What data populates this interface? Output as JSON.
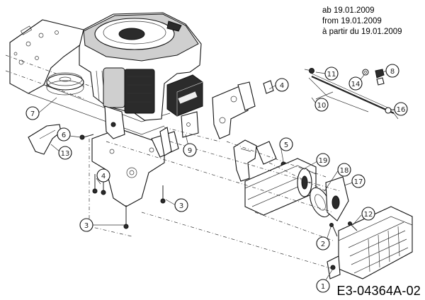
{
  "date_notes": [
    "ab 19.01.2009",
    "from 19.01.2009",
    "à partir du 19.01.2009"
  ],
  "drawing_code": "E3-04364A-02",
  "callouts": [
    {
      "id": "c1",
      "label": "1"
    },
    {
      "id": "c2",
      "label": "2"
    },
    {
      "id": "c3a",
      "label": "3"
    },
    {
      "id": "c3b",
      "label": "3"
    },
    {
      "id": "c4a",
      "label": "4"
    },
    {
      "id": "c4b",
      "label": "4"
    },
    {
      "id": "c5",
      "label": "5"
    },
    {
      "id": "c6",
      "label": "6"
    },
    {
      "id": "c7",
      "label": "7"
    },
    {
      "id": "c8",
      "label": "8"
    },
    {
      "id": "c9",
      "label": "9"
    },
    {
      "id": "c10",
      "label": "10"
    },
    {
      "id": "c11",
      "label": "11"
    },
    {
      "id": "c12",
      "label": "12"
    },
    {
      "id": "c13",
      "label": "13"
    },
    {
      "id": "c14",
      "label": "14"
    },
    {
      "id": "c16",
      "label": "16"
    },
    {
      "id": "c17",
      "label": "17"
    },
    {
      "id": "c18",
      "label": "18"
    },
    {
      "id": "c19",
      "label": "19"
    }
  ]
}
